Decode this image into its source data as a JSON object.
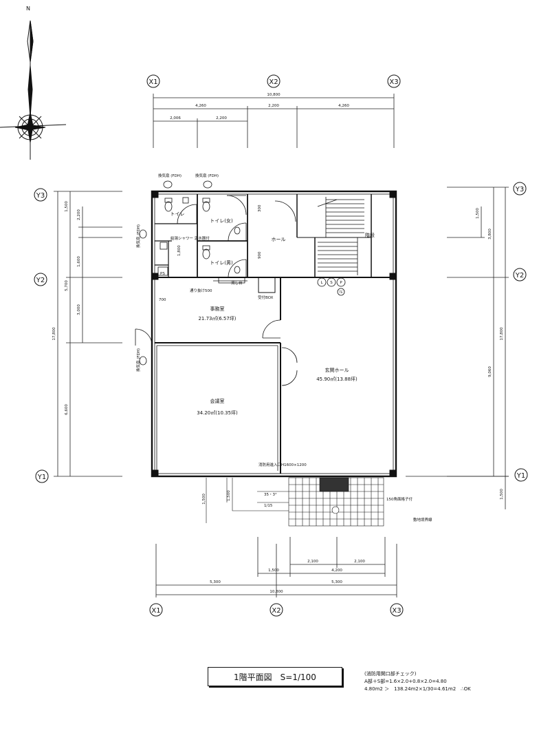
{
  "north": "N",
  "grid": {
    "x_top": [
      "X1",
      "X2",
      "X3"
    ],
    "x_bottom": [
      "X1",
      "X2",
      "X3"
    ],
    "y_left": [
      "Y3",
      "Y2",
      "Y1"
    ],
    "y_right": [
      "Y3",
      "Y2",
      "Y1"
    ]
  },
  "dims_top": {
    "total": "10,800",
    "a": "4,260",
    "b": "2,200",
    "c": "4,260",
    "d": "2,006",
    "e": "2,200"
  },
  "dims_bottom": {
    "a": "2,100",
    "b": "2,100",
    "c": "1,500",
    "d": "4,200",
    "e": "5,300",
    "f": "5,300",
    "total": "10,800"
  },
  "dims_left": {
    "total": "17,800",
    "a": "1,500",
    "b": "2,200",
    "c": "1,600",
    "d": "5,700",
    "e": "3,000",
    "f": "6,600",
    "g": "1,500"
  },
  "dims_right": {
    "a": "1,500",
    "b": "3,800",
    "c": "17,800",
    "d": "9,060",
    "e": "1,500"
  },
  "rooms": {
    "toilet_w": "トイレ(女)",
    "toilet_m": "トイレ(男)",
    "toilet_small": "トイレ",
    "hall": "ホール",
    "stairs": "階段",
    "office": "事務室",
    "office_area": "21.73㎡(6.57坪)",
    "meeting": "会議室",
    "meeting_area": "34.20㎡(10.35坪)",
    "entrance": "玄関ホール",
    "entrance_area": "45.90㎡(13.88坪)"
  },
  "notes": {
    "vent1": "換気扇 (FDH)",
    "vent2": "換気扇 (FDH)",
    "vent3": "換気扇 (FDH)",
    "vent4": "換気扇 (FDH)",
    "shower": "給湯シャワー 温水器付",
    "flower": "流し台",
    "pass": "通り抜け500",
    "counter": "受付BOX",
    "exit": "消防用進入口H1600×1200",
    "slope": "35・3°",
    "slope_ratio": "1/15",
    "grating": "150角面格子付",
    "site": "敷地境界線",
    "seven": "700",
    "d1800": "1,800",
    "lsp_l": "L",
    "lsp_s": "S",
    "lsp_p": "P",
    "lsp_t": "TE",
    "ps": "PS",
    "d300": "300",
    "d900": "900",
    "d1500": "1,500"
  },
  "plan_title": "1階平面図　S=1/100",
  "check": {
    "line1": "(消防用開口部チェック)",
    "line2": "A部＋S部=1.6×2.0+0.8×2.0=4.80",
    "line3": "4.80m2 ＞　138.24m2×1/30=4.61m2　∴OK"
  }
}
